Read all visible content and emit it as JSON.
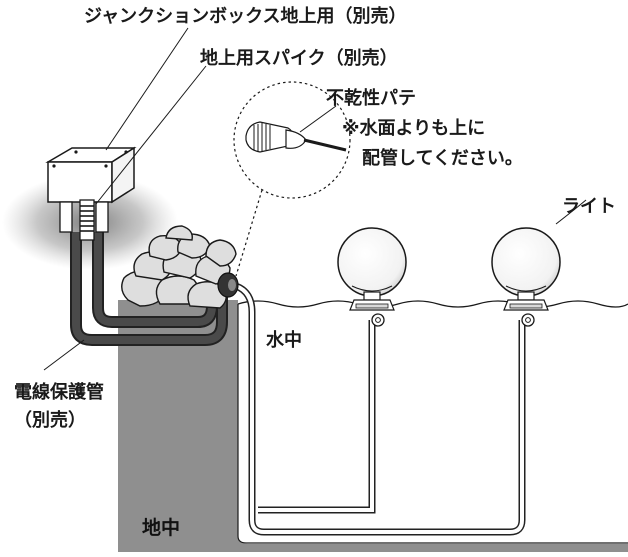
{
  "labels": {
    "junction_box": "ジャンクションボックス地上用（別売）",
    "spike": "地上用スパイク（別売）",
    "putty": "不乾性パテ",
    "note_line1": "※水面よりも上に",
    "note_line2": "配管してください。",
    "light": "ライト",
    "underwater": "水中",
    "conduit_line1": "電線保護管",
    "conduit_line2": "（別売）",
    "underground": "地中"
  },
  "colors": {
    "ground": "#8f8f8f",
    "conduit_dark": "#4a4a4a",
    "cable_outline": "#222222",
    "line": "#1a1a1a",
    "shadow": "#9a9a9a"
  }
}
